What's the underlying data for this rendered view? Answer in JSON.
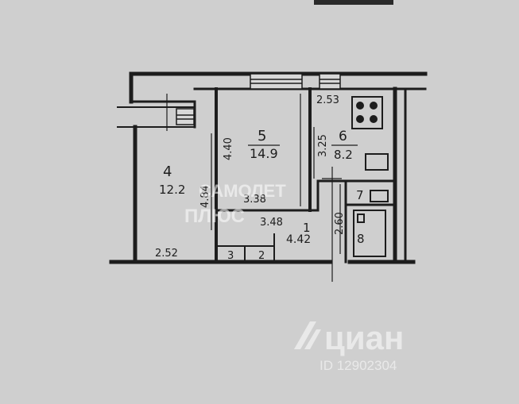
{
  "header_fragment": "",
  "rooms": [
    {
      "id": "4",
      "number": "4",
      "area": "12.2"
    },
    {
      "id": "5",
      "number": "5",
      "area": "14.9"
    },
    {
      "id": "6",
      "number": "6",
      "area": "8.2"
    },
    {
      "id": "1",
      "number": "1",
      "area": "4.42"
    },
    {
      "id": "7",
      "number": "7",
      "area": ""
    },
    {
      "id": "8",
      "number": "8",
      "area": ""
    },
    {
      "id": "3",
      "number": "3",
      "area": ""
    },
    {
      "id": "2",
      "number": "2",
      "area": ""
    }
  ],
  "dimensions": {
    "d_2_53": "2.53",
    "d_3_25": "3.25",
    "d_4_40": "4.40",
    "d_4_84": "4.84",
    "d_3_38": "3.38",
    "d_3_48": "3.48",
    "d_2_60": "2.60",
    "d_2_52": "2.52"
  },
  "watermarks": {
    "samolet": "САМОЛЕТ",
    "plus": "ПЛЮС",
    "cian": "циан",
    "cian_id": "ID 12902304"
  },
  "colors": {
    "paper": "#cfcfcf",
    "ink": "#1d1d1d",
    "watermark": "#ffffff"
  }
}
